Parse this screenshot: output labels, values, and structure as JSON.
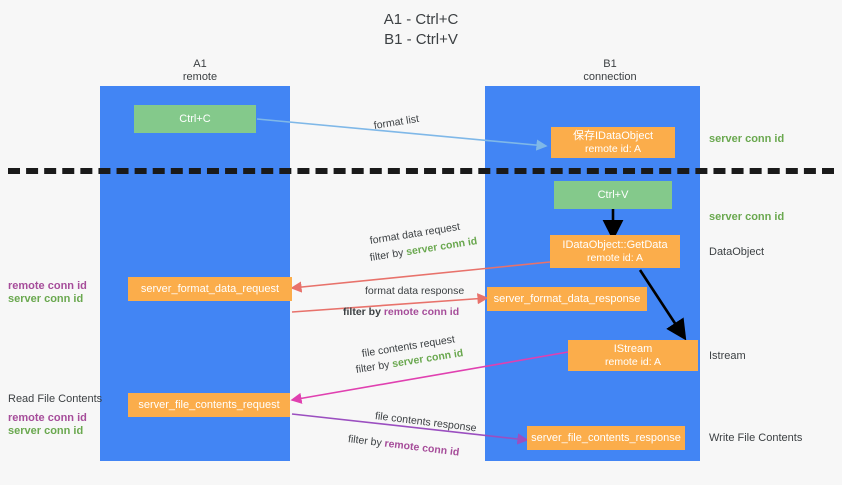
{
  "title": {
    "line1": "A1 - Ctrl+C",
    "line2": "B1 - Ctrl+V"
  },
  "lanes": [
    {
      "name": "A1",
      "sub": "remote",
      "color": "#4285f4"
    },
    {
      "name": "B1",
      "sub": "connection",
      "color": "#4285f4"
    }
  ],
  "legend_colors": {
    "server_conn_id": "#6aa84f",
    "remote_conn_id": "#a64d9a",
    "lane": "#4285f4",
    "green_box": "#84c98b",
    "orange_box": "#fbad4b",
    "divider": "#1a1a1a"
  },
  "nodes": {
    "ctrl_c": {
      "label": "Ctrl+C",
      "sub": "",
      "color": "green"
    },
    "save_idataobject": {
      "label": "保存IDataObject",
      "sub": "remote id: A",
      "color": "orange"
    },
    "ctrl_v": {
      "label": "Ctrl+V",
      "sub": "",
      "color": "green"
    },
    "getdata": {
      "label": "IDataObject::GetData",
      "sub": "remote id: A",
      "color": "orange"
    },
    "server_format_data_request": {
      "label": "server_format_data_request",
      "sub": "",
      "color": "orange"
    },
    "server_format_data_response": {
      "label": "server_format_data_response",
      "sub": "",
      "color": "orange"
    },
    "istream": {
      "label": "IStream",
      "sub": "remote id: A",
      "color": "orange"
    },
    "server_file_contents_request": {
      "label": "server_file_contents_request",
      "sub": "",
      "color": "orange"
    },
    "server_file_contents_response": {
      "label": "server_file_contents_response",
      "sub": "",
      "color": "orange"
    }
  },
  "edge_labels": {
    "format_list": "format list",
    "format_data_request": "format data request",
    "format_data_request_filter_prefix": "filter by ",
    "format_data_request_filter_key": "server conn id",
    "format_data_response": "format data response",
    "format_data_response_filter_prefix": "filter by ",
    "format_data_response_filter_key": "remote conn id",
    "file_contents_request": "file contents request",
    "file_contents_request_filter_prefix": "filter by ",
    "file_contents_request_filter_key": "server conn id",
    "file_contents_response": "file contents response",
    "file_contents_response_filter_prefix": "filter by ",
    "file_contents_response_filter_key": "remote conn id"
  },
  "right_notes": {
    "server_conn_id_top": "server conn id",
    "server_conn_id_mid": "server conn id",
    "dataobject": "DataObject",
    "istream": "Istream",
    "write_file_contents": "Write File Contents"
  },
  "left_notes": {
    "remote_conn_id_mid": "remote conn id",
    "server_conn_id_mid": "server conn id",
    "read_file_contents": "Read File Contents",
    "remote_conn_id_low": "remote conn id",
    "server_conn_id_low": "server conn id"
  }
}
